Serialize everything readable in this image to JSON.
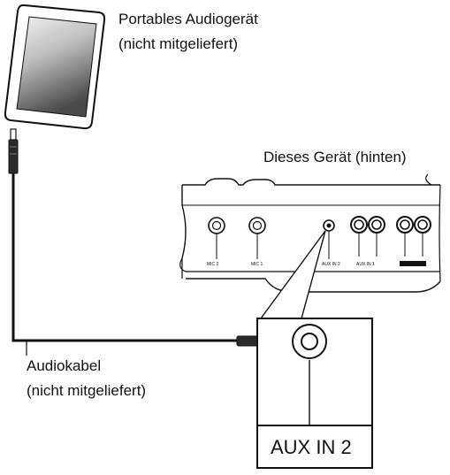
{
  "labels": {
    "device_line1": "Portables Audiogerät",
    "device_line2": "(nicht mitgeliefert)",
    "unit": "Dieses Gerät (hinten)",
    "cable_line1": "Audiokabel",
    "cable_line2": "(nicht mitgeliefert)"
  },
  "panel": {
    "jack_mic2": "MIC 2",
    "jack_mic1": "MIC 1",
    "jack_aux2": "AUX IN 2",
    "jack_aux1": "AUX IN 1",
    "zoom_label": "AUX IN 2"
  },
  "colors": {
    "line": "#111111",
    "screen_light": "#eeeeee",
    "screen_dark": "#555555"
  }
}
